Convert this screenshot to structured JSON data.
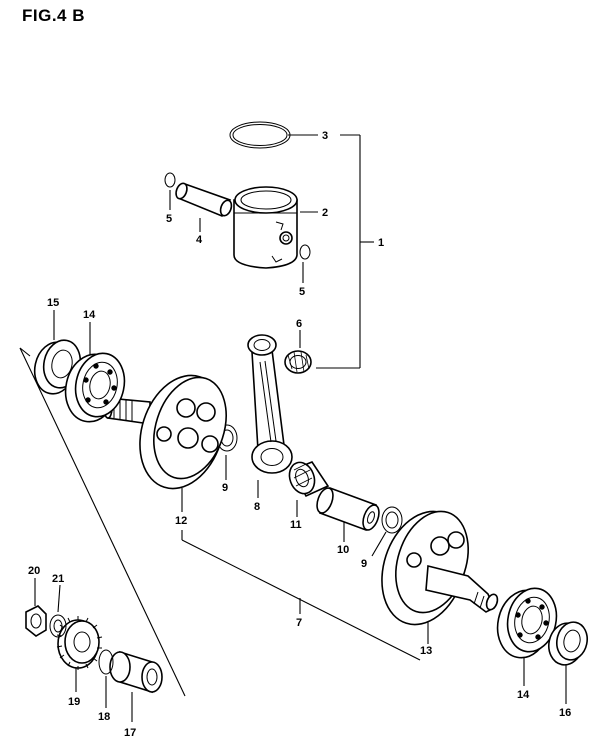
{
  "title": "FIG.4 B",
  "callouts": {
    "c1": "1",
    "c2": "2",
    "c3": "3",
    "c4": "4",
    "c5a": "5",
    "c5b": "5",
    "c6": "6",
    "c7": "7",
    "c8": "8",
    "c9a": "9",
    "c9b": "9",
    "c10": "10",
    "c11": "11",
    "c12": "12",
    "c13": "13",
    "c14a": "14",
    "c14b": "14",
    "c15": "15",
    "c16": "16",
    "c17": "17",
    "c18": "18",
    "c19": "19",
    "c20": "20",
    "c21": "21"
  }
}
